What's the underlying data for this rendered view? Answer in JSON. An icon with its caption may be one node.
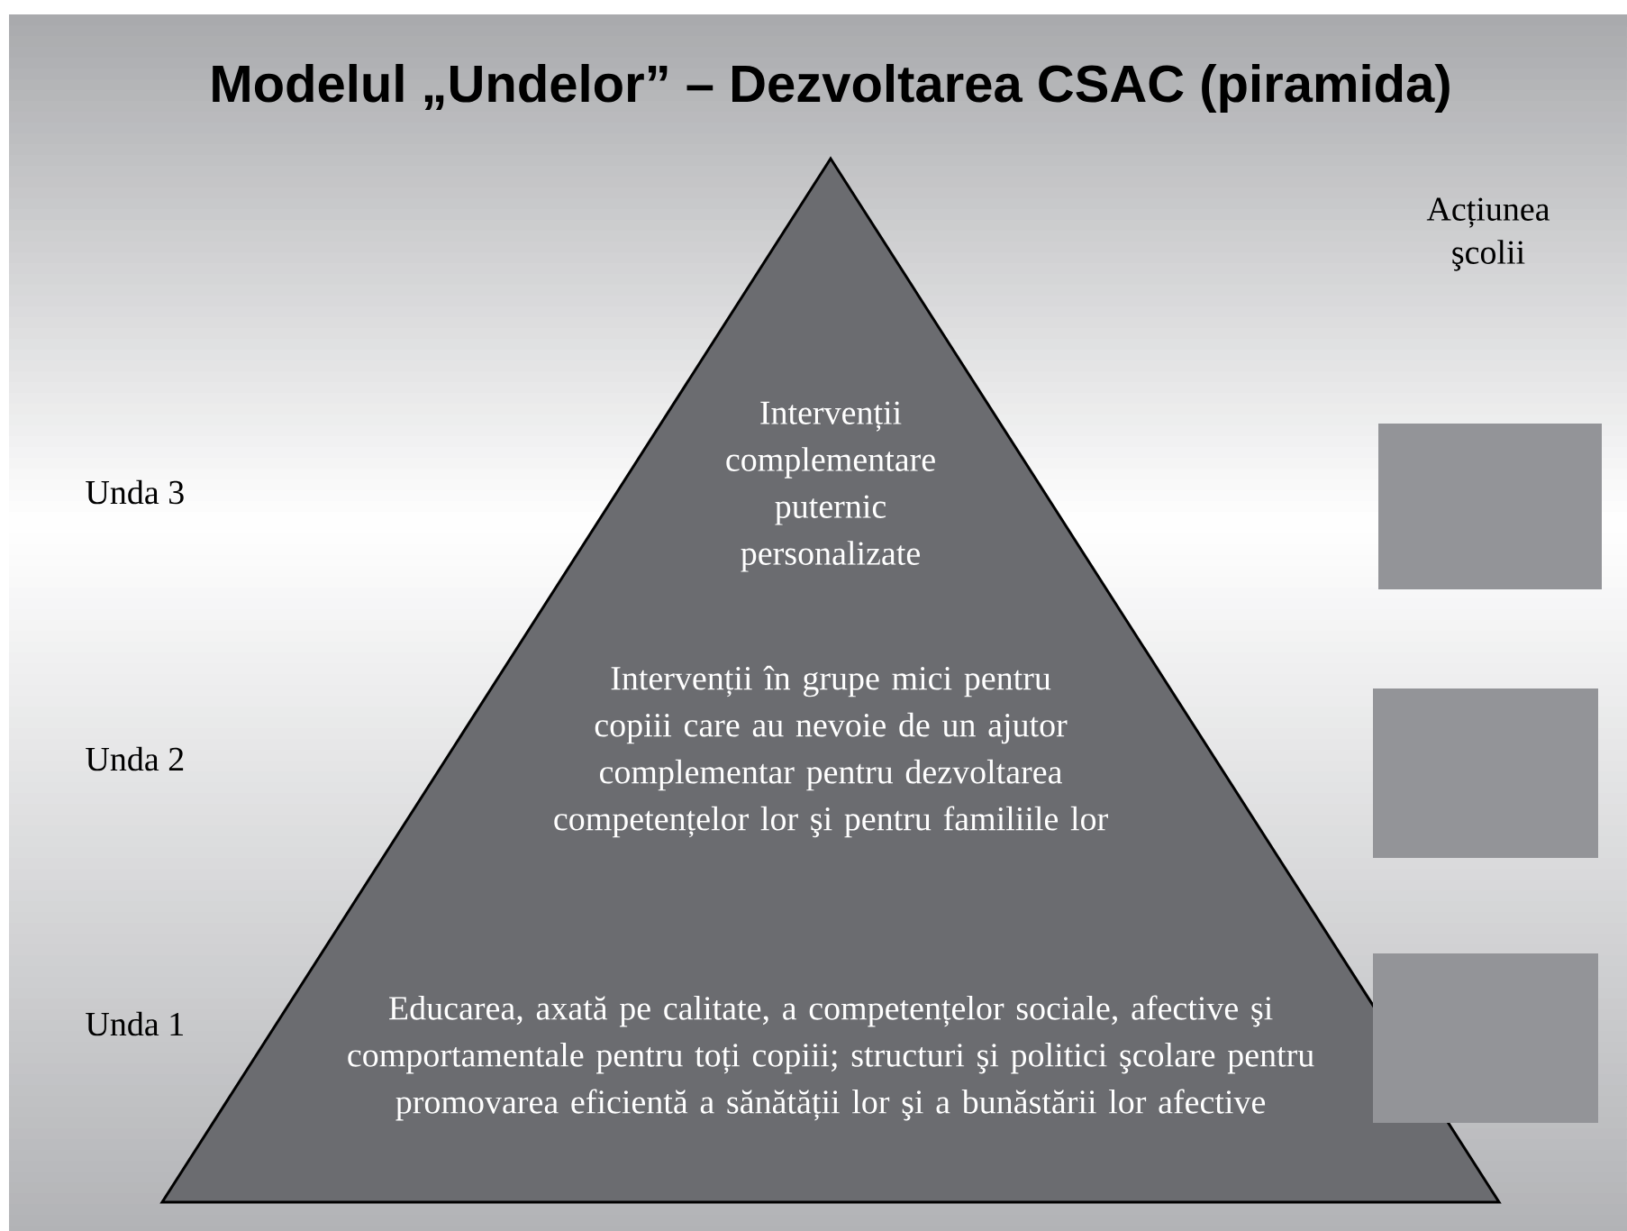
{
  "diagram": {
    "title": "Modelul „Undelor” – Dezvoltarea CSAC (piramida)",
    "nodes": [
      {
        "text": [
          "Intervenții complementare puternic personalizate",
          "Intervenții în grupe mici pentru copiii care au nevoie de un ajutor complementar pentru dezvoltarea competențelor lor şi pentru familiile lor",
          "Educarea, axată pe calitate, a competențelor sociale, afective şi comportamentale pentru toți copiii; structuri şi politici şcolare pentru promovarea eficientă a sănătății lor şi a bunăstării lor afective"
        ]
      },
      {
        "text": [],
        "shape": "box"
      },
      {
        "text": [],
        "shape": "box"
      },
      {
        "text": [],
        "shape": "box"
      }
    ],
    "labels": [
      "Acțiunea şcolii",
      "Unda 3",
      "Unda 2",
      "Unda 1"
    ]
  }
}
